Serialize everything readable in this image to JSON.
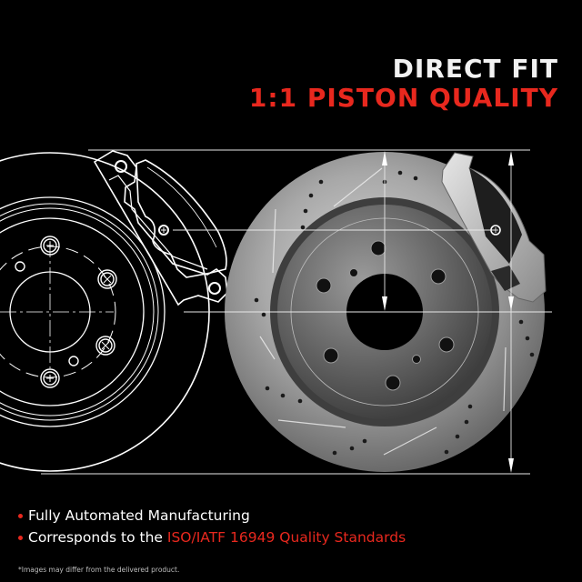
{
  "colors": {
    "background": "#000000",
    "accent_red": "#e8281e",
    "text_white": "#f2f2f2",
    "line_white": "#ffffff"
  },
  "headline": {
    "line1": "DIRECT FIT",
    "line2": "1:1 PISTON QUALITY"
  },
  "illustration": {
    "left": "brake-rotor-line-drawing-icon",
    "right": "drilled-slotted-rotor-with-caliper-photo-icon",
    "dimension_lines": "measurement-arrows-icon"
  },
  "bullets": [
    {
      "text": "Fully Automated Manufacturing",
      "highlight": ""
    },
    {
      "text": "Corresponds to the ",
      "highlight": "ISO/IATF 16949 Quality Standards"
    }
  ],
  "disclaimer": "*Images may differ from the delivered product."
}
